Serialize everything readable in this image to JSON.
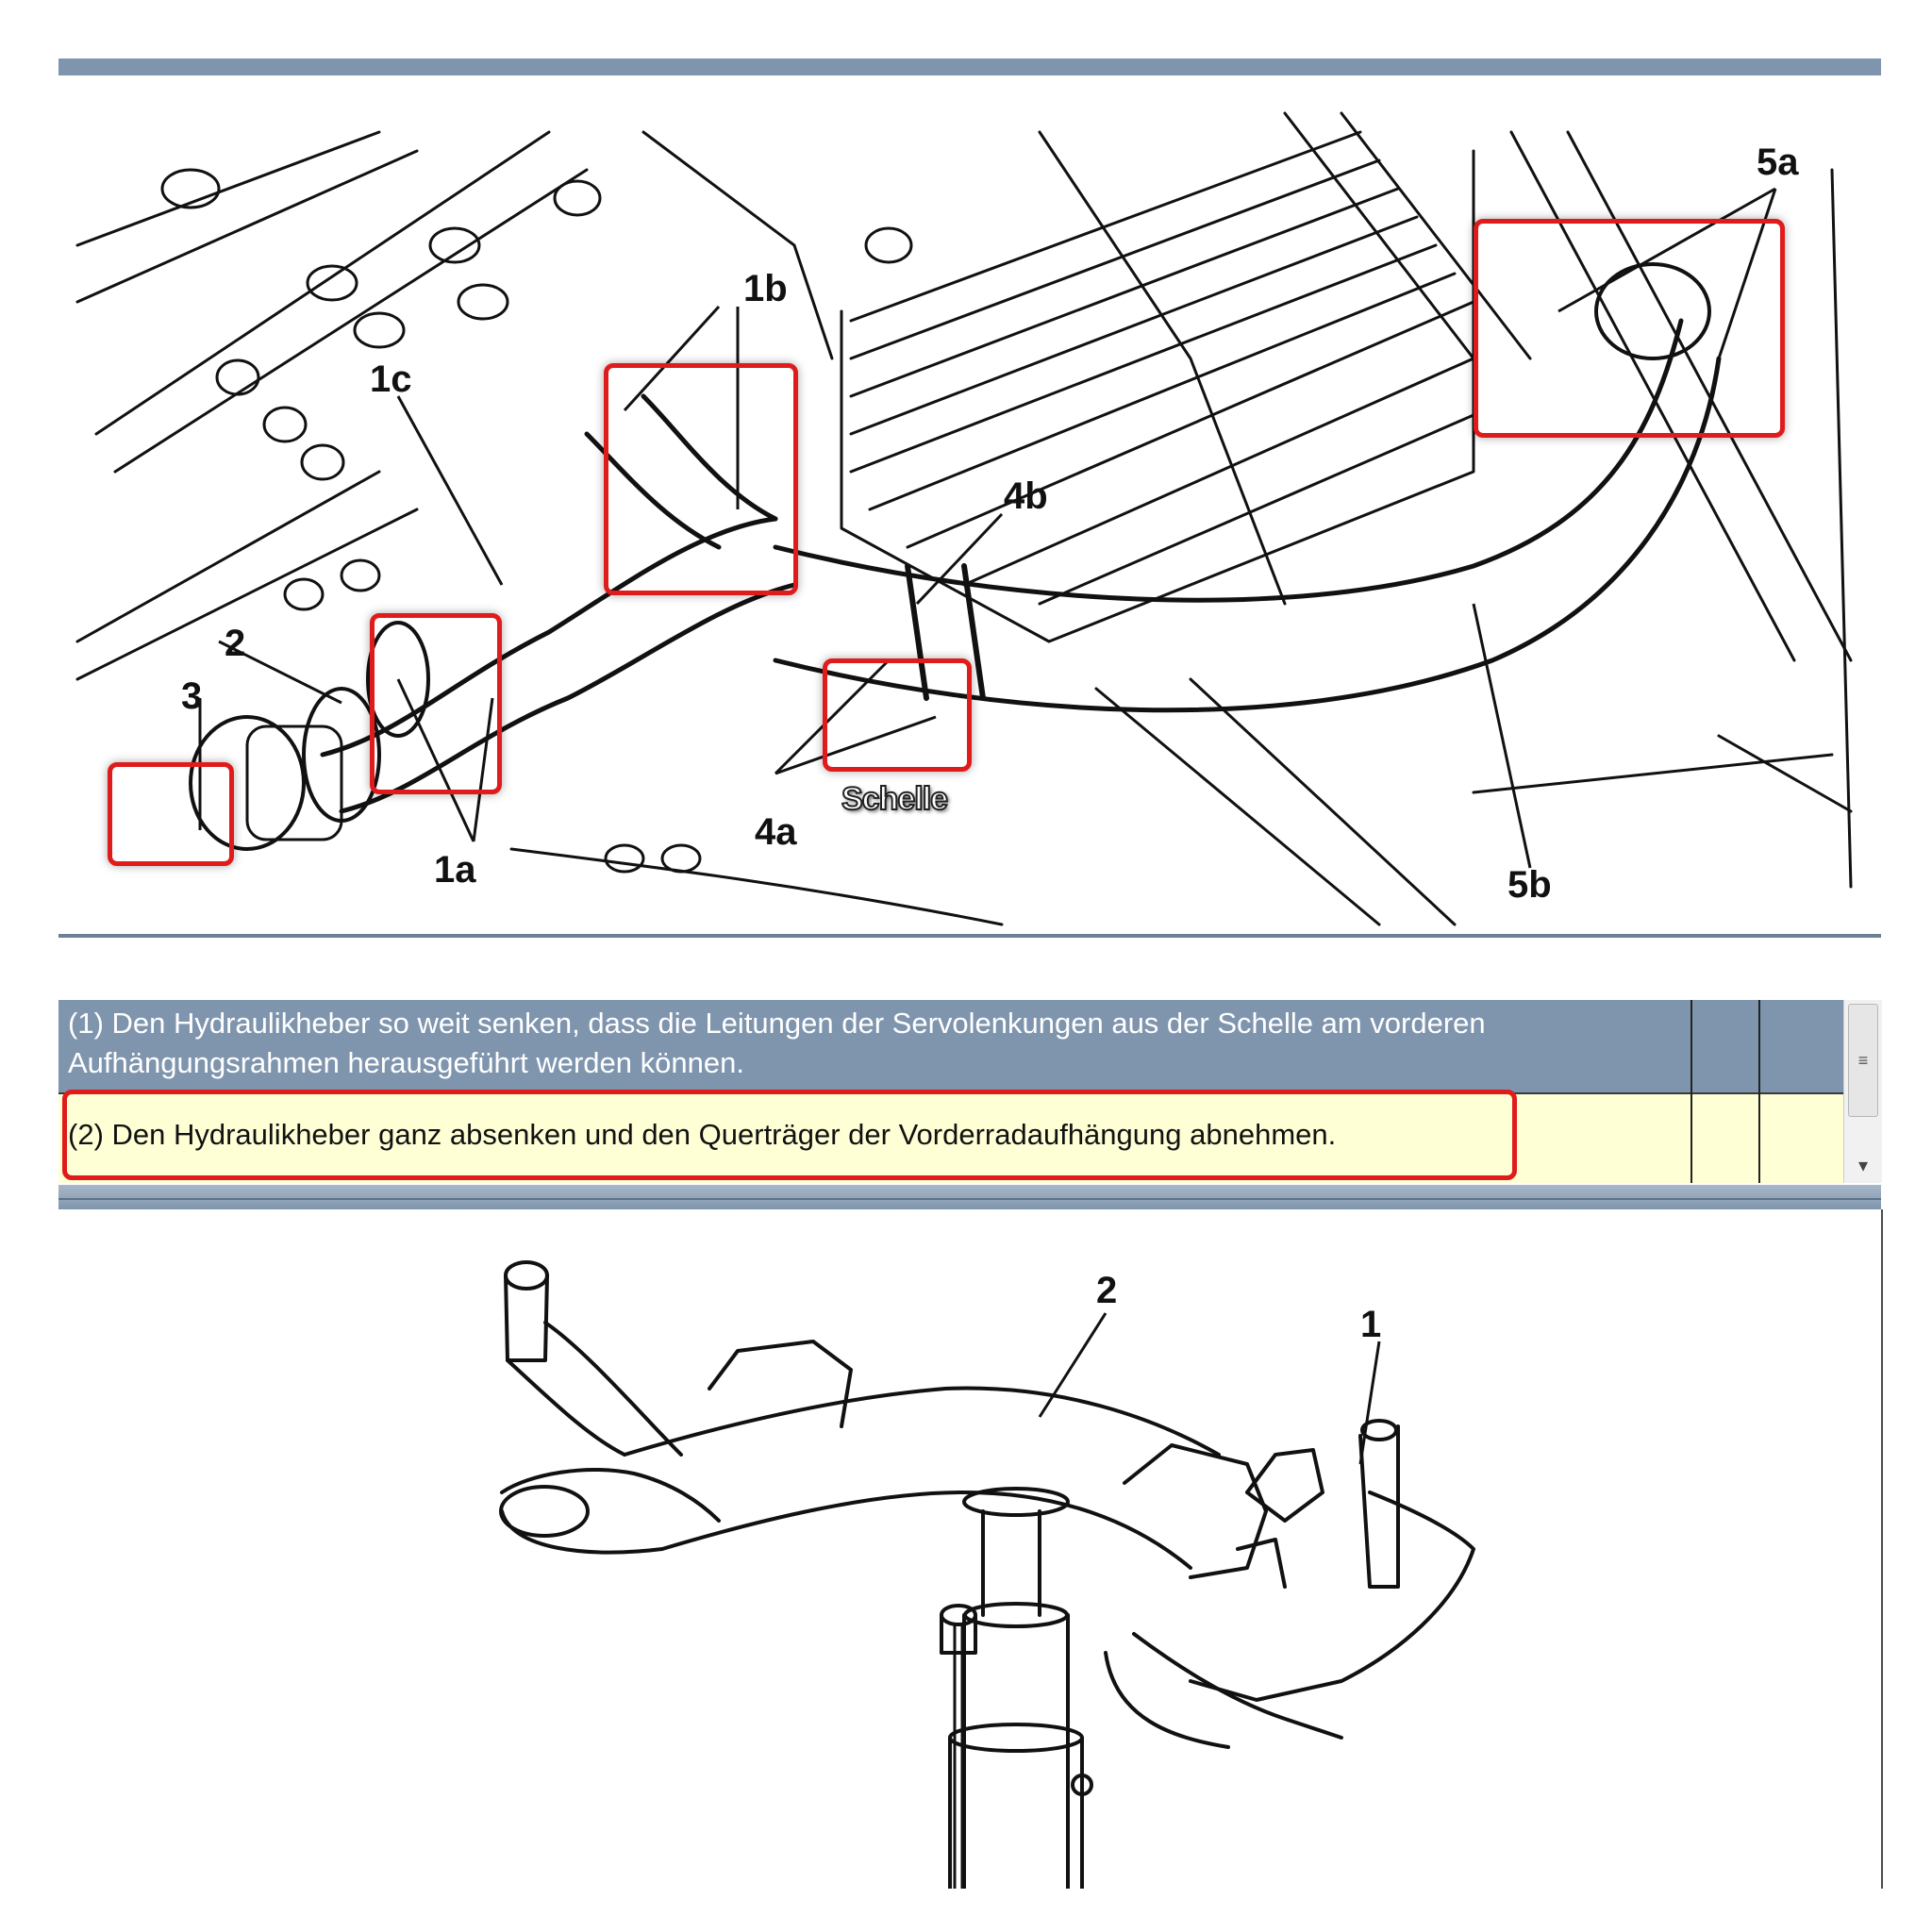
{
  "top_figure": {
    "callouts": {
      "c1a": "1a",
      "c1b": "1b",
      "c1c": "1c",
      "c2": "2",
      "c3": "3",
      "c4a": "4a",
      "c4b": "4b",
      "c5a": "5a",
      "c5b": "5b"
    },
    "schelle_label": "Schelle"
  },
  "steps": [
    {
      "text": "(1) Den Hydraulikheber so weit senken, dass die Leitungen der Servolenkungen aus der Schelle am vorderen Aufhängungsrahmen herausgeführt werden können.",
      "selected": false
    },
    {
      "text": "(2) Den Hydraulikheber ganz absenken und den Querträger der Vorderradaufhängung abnehmen.",
      "selected": true
    }
  ],
  "scrollbar": {
    "thumb_glyph": "≡",
    "down_arrow": "▾"
  },
  "bottom_figure": {
    "callouts": {
      "c1": "1",
      "c2": "2"
    }
  },
  "colors": {
    "header_bar": "#7f95ae",
    "highlight_red": "#e01b1b",
    "selected_row": "#ffffd6"
  }
}
